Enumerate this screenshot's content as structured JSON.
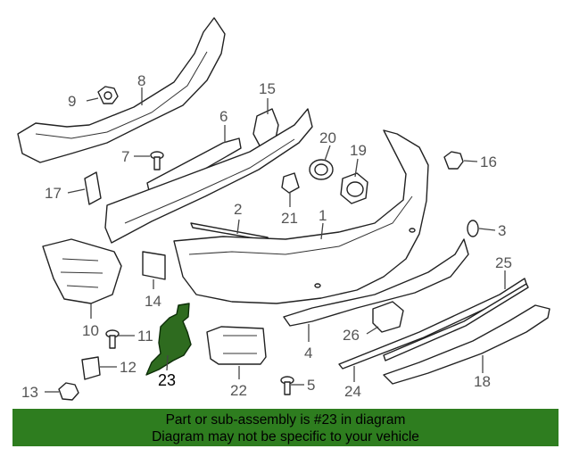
{
  "callouts": {
    "c1": "1",
    "c2": "2",
    "c3": "3",
    "c4": "4",
    "c5": "5",
    "c6": "6",
    "c7": "7",
    "c8": "8",
    "c9": "9",
    "c10": "10",
    "c11": "11",
    "c12": "12",
    "c13": "13",
    "c14": "14",
    "c15": "15",
    "c16": "16",
    "c17": "17",
    "c18": "18",
    "c19": "19",
    "c20": "20",
    "c21": "21",
    "c22": "22",
    "c23": "23",
    "c24": "24",
    "c25": "25",
    "c26": "26"
  },
  "highlighted_part": "23",
  "colors": {
    "highlight": "#2e6b1f",
    "banner": "#2e7d1f"
  },
  "banner": {
    "line1": "Part or sub-assembly is #23 in diagram",
    "line2": "Diagram may not be specific to your vehicle"
  }
}
